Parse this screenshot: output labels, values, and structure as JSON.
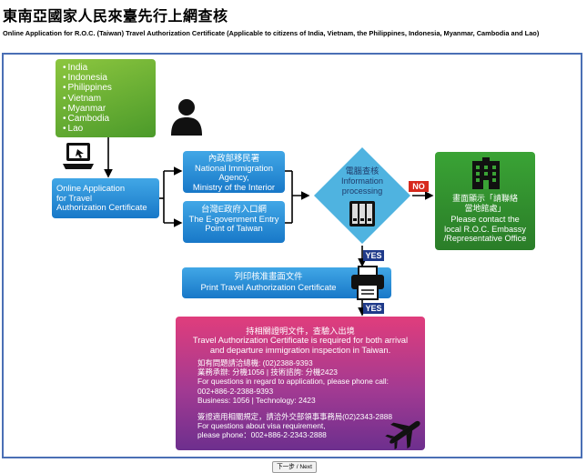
{
  "header": {
    "title": "東南亞國家人民來臺先行上網查核",
    "subtitle": "Online Application for R.O.C. (Taiwan) Travel Authorization Certificate (Applicable to citizens of India, Vietnam, the Philippines, Indonesia, Myanmar, Cambodia and Lao)"
  },
  "countries": [
    "India",
    "Indonesia",
    "Philippines",
    "Vietnam",
    "Myanmar",
    "Cambodia",
    "Lao"
  ],
  "online_app": {
    "line1": "Online Application",
    "line2": "for Travel",
    "line3": "Authorization Certificate"
  },
  "immigration": {
    "cn": "內政部移民署",
    "en1": "National Immigration",
    "en2": "Agency,",
    "en3": "Ministry of the Interior"
  },
  "egov": {
    "cn": "台灣E政府入口網",
    "en1": "The E-govenment Entry",
    "en2": "Point of Taiwan"
  },
  "processing": {
    "cn": "電腦查核",
    "en1": "Information",
    "en2": "processing"
  },
  "badges": {
    "no": "NO",
    "yes1": "YES",
    "yes2": "YES"
  },
  "contact": {
    "cn1": "畫面顯示「請聯絡",
    "cn2": "當地館處」",
    "en1": "Please contact the",
    "en2": "local R.O.C. Embassy",
    "en3": "/Representative Office"
  },
  "print": {
    "cn": "列印核准畫面文件",
    "en": "Print Travel Authorization Certificate"
  },
  "inspection": {
    "cn_title": "持相關證明文件，查驗入出境",
    "en1": "Travel Authorization Certificate is required for both arrival",
    "en2": "and departure immigration inspection in Taiwan.",
    "q1": "如有問題請洽總機: (02)2388-9393",
    "q2": "業務承辦: 分機1056 | 技術諮詢: 分機2423",
    "q3": "For questions in regard to application, please phone call:",
    "q4": "002+886-2-2388-9393",
    "q5": "Business: 1056 | Technology: 2423",
    "v1": "簽證適用相關規定，請洽外交部領事事務局(02)2343-2888",
    "v2": "For questions about visa requirement,",
    "v3": "please phone：002+886-2-2343-2888"
  },
  "footer": {
    "next_label": "下一步 / Next"
  },
  "colors": {
    "frame": "#4a6fb5",
    "green": "#4b9a2a",
    "blue": "#1878c8",
    "diamond": "#4fb3e0",
    "no": "#d7291c",
    "yes": "#1f3a8a",
    "pink": "#e03d7c",
    "purple": "#6d2f8e"
  },
  "icons": [
    "person-icon",
    "laptop-icon",
    "server-icon",
    "building-icon",
    "printer-icon",
    "airplane-icon"
  ]
}
